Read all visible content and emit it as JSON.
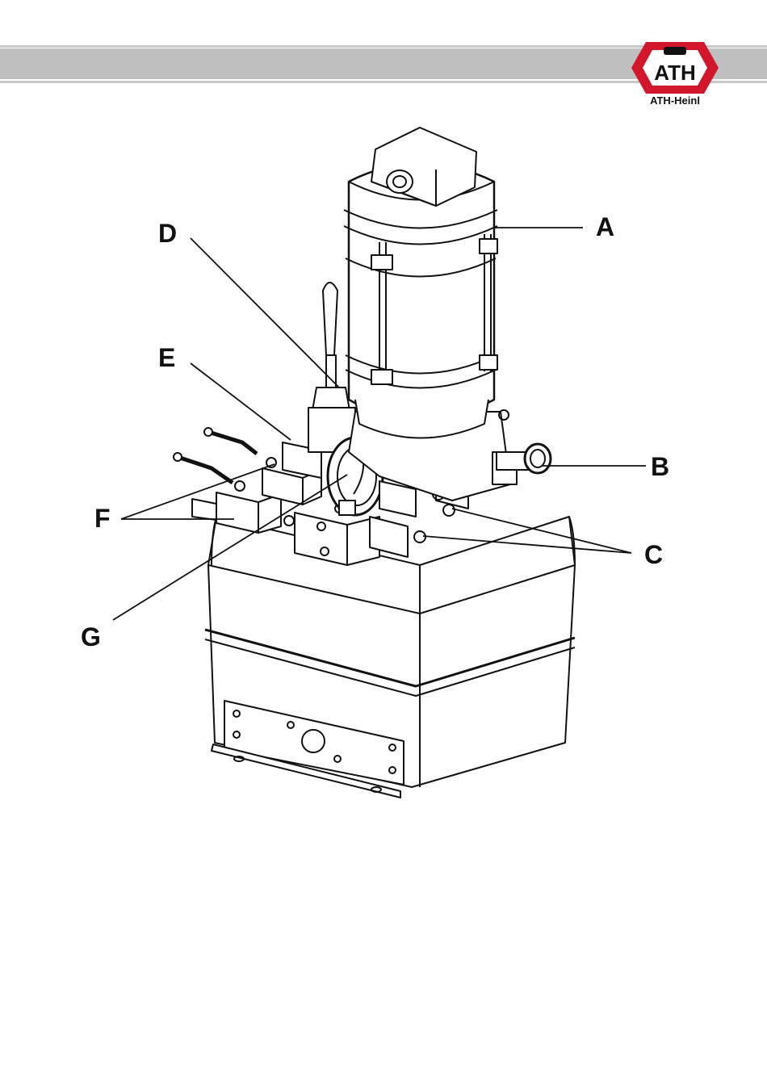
{
  "header": {
    "brand_caption": "ATH-Heinl",
    "logo_text": "ATH",
    "brand_color": "#d2162b"
  },
  "callouts": [
    {
      "id": "a",
      "letter": "A"
    },
    {
      "id": "b",
      "letter": "B"
    },
    {
      "id": "c",
      "letter": "C"
    },
    {
      "id": "d",
      "letter": "D"
    },
    {
      "id": "e",
      "letter": "E"
    },
    {
      "id": "f",
      "letter": "F"
    },
    {
      "id": "g",
      "letter": "G"
    }
  ]
}
